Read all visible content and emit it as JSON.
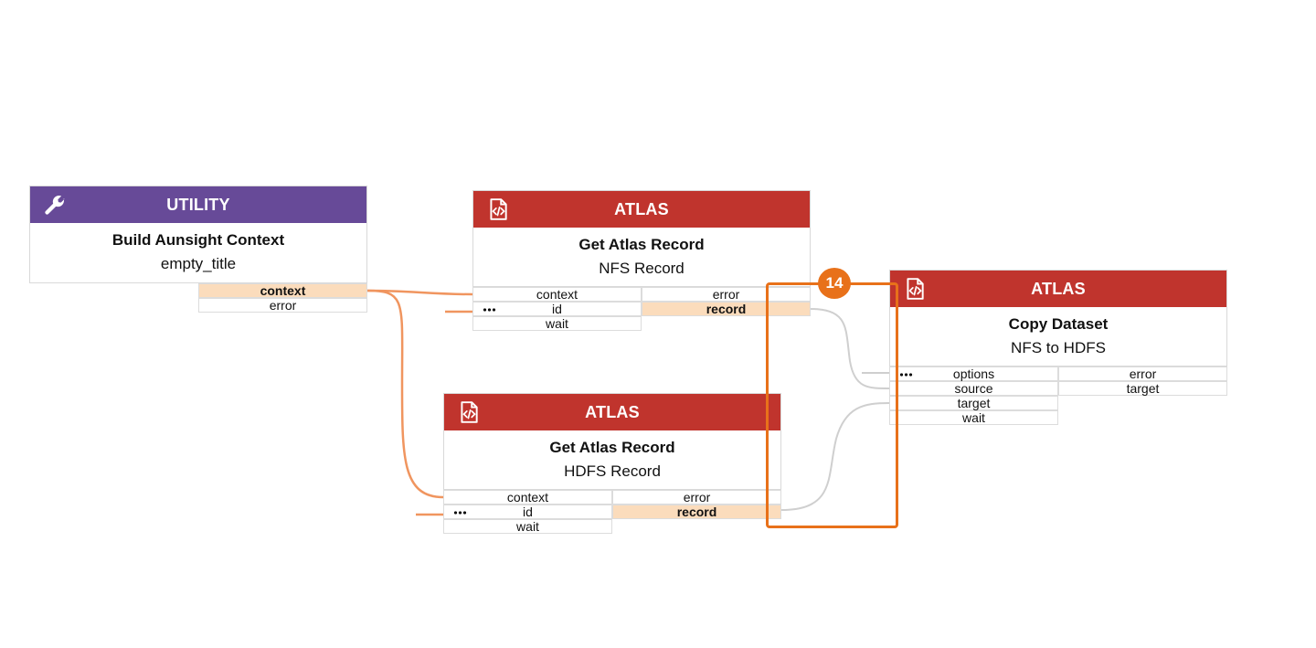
{
  "colors": {
    "atlas_header": "#c0342d",
    "utility_header": "#674a98",
    "highlight_port": "#fbdcbc",
    "active_wire": "#f0955f",
    "idle_wire": "#cfcfcf",
    "selection": "#e8711a"
  },
  "selection": {
    "badge": "14"
  },
  "nodes": {
    "utility": {
      "category": "UTILITY",
      "icon": "wrench-icon",
      "title": "Build Aunsight Context",
      "subtitle": "empty_title",
      "outputs": [
        "context",
        "error"
      ]
    },
    "atlas_nfs": {
      "category": "ATLAS",
      "icon": "code-file-icon",
      "title": "Get Atlas Record",
      "subtitle": "NFS Record",
      "inputs": [
        "context",
        "id",
        "wait"
      ],
      "outputs": [
        "error",
        "record"
      ]
    },
    "atlas_hdfs": {
      "category": "ATLAS",
      "icon": "code-file-icon",
      "title": "Get Atlas Record",
      "subtitle": "HDFS Record",
      "inputs": [
        "context",
        "id",
        "wait"
      ],
      "outputs": [
        "error",
        "record"
      ]
    },
    "atlas_copy": {
      "category": "ATLAS",
      "icon": "code-file-icon",
      "title": "Copy Dataset",
      "subtitle": "NFS to HDFS",
      "inputs": [
        "options",
        "source",
        "target",
        "wait"
      ],
      "outputs": [
        "error",
        "target"
      ]
    }
  }
}
